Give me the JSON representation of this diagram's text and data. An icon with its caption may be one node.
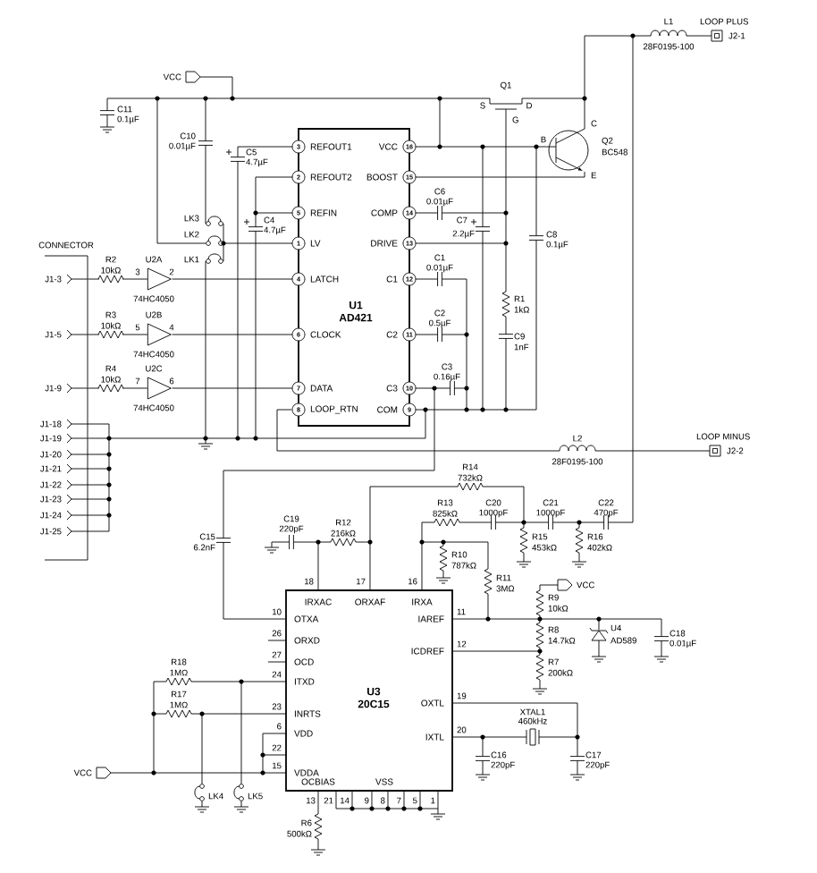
{
  "diagram": {
    "nodes": [
      {
        "text": [
          "U1",
          "AD421",
          "REFOUT1",
          "REFOUT2",
          "REFIN",
          "LV",
          "LATCH",
          "CLOCK",
          "DATA",
          "LOOP_RTN",
          "VCC",
          "BOOST",
          "COMP",
          "DRIVE",
          "C1",
          "C2",
          "C3",
          "COM"
        ],
        "beside": [
          "3",
          "2",
          "5",
          "1",
          "4",
          "6",
          "7",
          "8",
          "16",
          "15",
          "14",
          "13",
          "12",
          "11",
          "10",
          "9"
        ]
      },
      {
        "text": [],
        "shape": "triangle",
        "beside": [
          "U2A",
          "74HC4050",
          "3",
          "2"
        ]
      },
      {
        "text": [],
        "shape": "triangle",
        "beside": [
          "U2B",
          "74HC4050",
          "5",
          "4"
        ]
      },
      {
        "text": [],
        "shape": "triangle",
        "beside": [
          "U2C",
          "74HC4050",
          "7",
          "6"
        ]
      },
      {
        "text": [
          "U3",
          "20C15",
          "IRXAC",
          "ORXAF",
          "IRXA",
          "OTXA",
          "ORXD",
          "OCD",
          "ITXD",
          "INRTS",
          "VDD",
          "VDDA",
          "OCBIAS",
          "VSS",
          "IAREF",
          "ICDREF",
          "OXTL",
          "IXTL"
        ],
        "beside": [
          "18",
          "17",
          "16",
          "10",
          "26",
          "27",
          "24",
          "23",
          "6",
          "22",
          "15",
          "11",
          "12",
          "19",
          "20",
          "13",
          "21",
          "14",
          "9",
          "8",
          "7",
          "5",
          "1"
        ]
      },
      {
        "text": [
          "CONNECTOR",
          "J1-3",
          "J1-5",
          "J1-9",
          "J1-18",
          "J1-19",
          "J1-20",
          "J1-21",
          "J1-22",
          "J1-23",
          "J1-24",
          "J1-25"
        ]
      }
    ],
    "edges": [
      {
        "from": 1,
        "to": 0,
        "arrow": "none"
      },
      {
        "from": 2,
        "to": 0,
        "arrow": "none"
      },
      {
        "from": 3,
        "to": 0,
        "arrow": "none"
      },
      {
        "from": 0,
        "to": 4,
        "arrow": "none"
      },
      {
        "from": 5,
        "to": 1,
        "arrow": "none"
      },
      {
        "from": 5,
        "to": 2,
        "arrow": "none"
      },
      {
        "from": 5,
        "to": 3,
        "arrow": "none"
      },
      {
        "from": 5,
        "to": 0,
        "arrow": "none"
      }
    ],
    "labels": [
      "VCC",
      "C11",
      "0.1µF",
      "Q1",
      "S",
      "D",
      "G",
      "L1",
      "28F0195-100",
      "LOOP PLUS",
      "J2-1",
      "C10",
      "0.01µF",
      "C5",
      "4.7µF",
      "LK3",
      "C4",
      "LK2",
      "4.7µF",
      "R2",
      "LK1",
      "10kΩ",
      "R3",
      "10kΩ",
      "R4",
      "10kΩ",
      "Q2",
      "BC548",
      "B",
      "C",
      "E",
      "C6",
      "0.01µF",
      "C7",
      "2.2µF",
      "C8",
      "0.1µF",
      "C1",
      "0.01µF",
      "R1",
      "1kΩ",
      "C2",
      "0.5µF",
      "C9",
      "1nF",
      "C3",
      "0.16µF",
      "L2",
      "28F0195-100",
      "LOOP MINUS",
      "J2-2",
      "R14",
      "732kΩ",
      "R13",
      "825kΩ",
      "C20",
      "1000pF",
      "C21",
      "1000pF",
      "C22",
      "470pF",
      "R15",
      "453kΩ",
      "R16",
      "402kΩ",
      "C19",
      "220pF",
      "R12",
      "216kΩ",
      "C15",
      "6.2nF",
      "R10",
      "787kΩ",
      "R11",
      "3MΩ",
      "R18",
      "1MΩ",
      "R17",
      "1MΩ",
      "VCC",
      "LK4",
      "LK5",
      "R6",
      "500kΩ",
      "R9",
      "10kΩ",
      "VCC",
      "R8",
      "14.7kΩ",
      "R7",
      "200kΩ",
      "U4",
      "AD589",
      "C18",
      "0.01µF",
      "XTAL1",
      "460kHz",
      "C16",
      "220pF",
      "C17",
      "220pF"
    ]
  }
}
